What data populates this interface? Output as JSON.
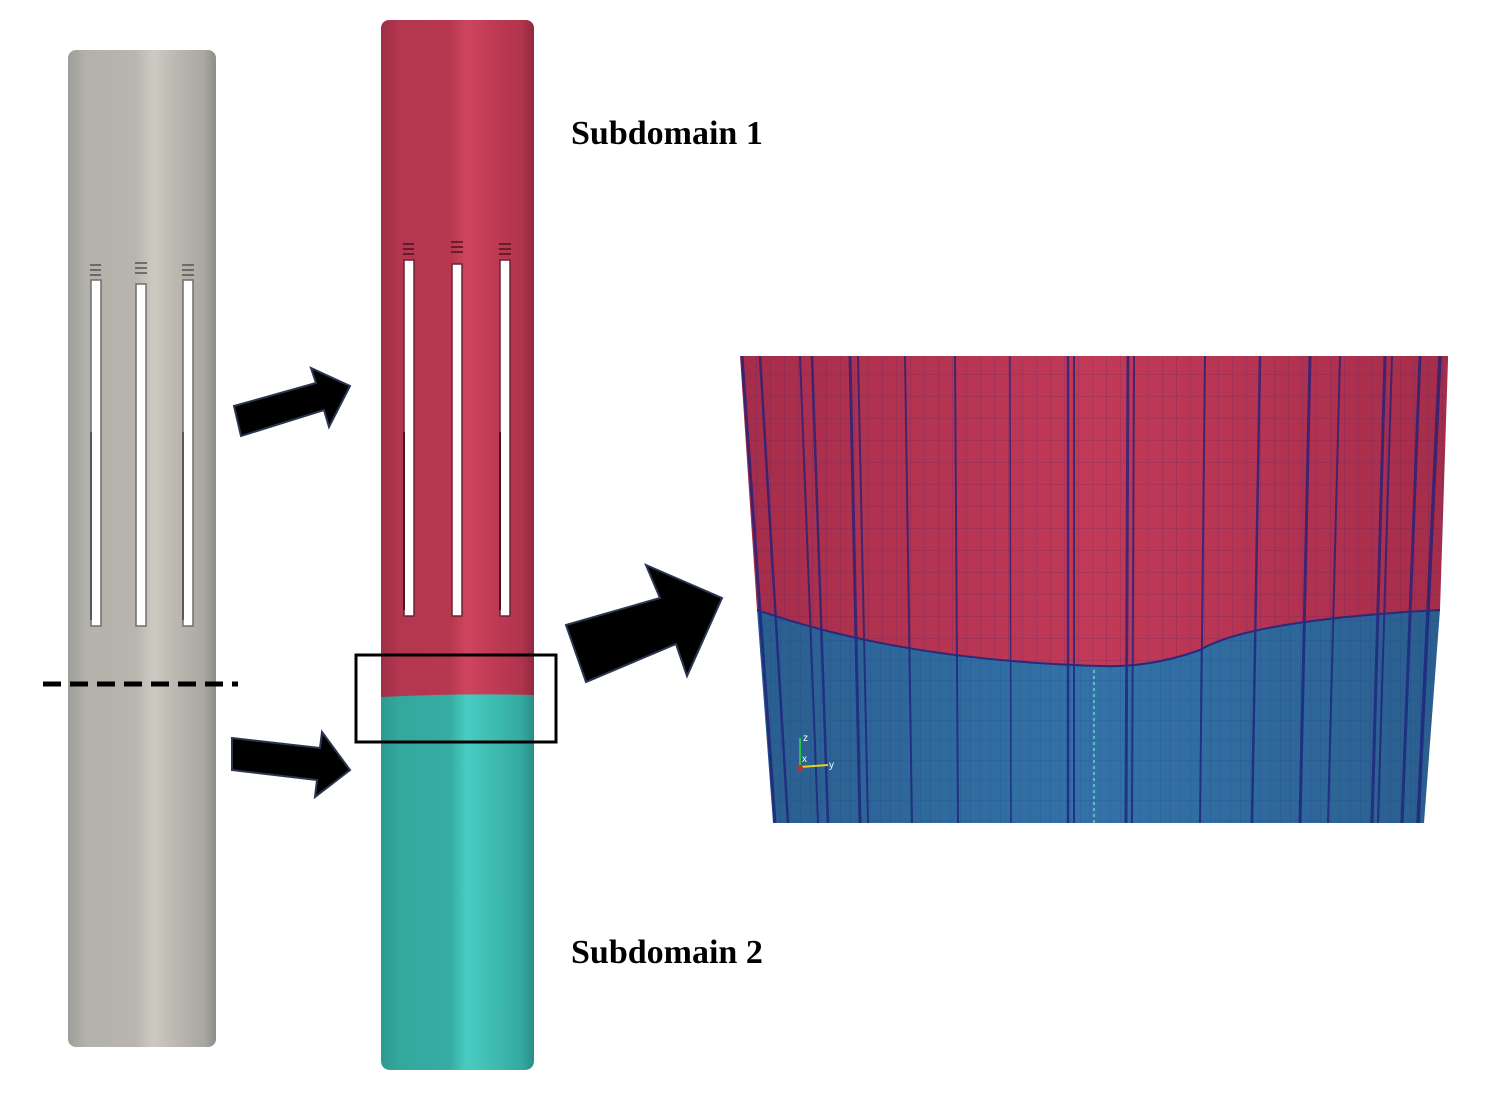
{
  "labels": {
    "subdomain_1": "Subdomain 1",
    "subdomain_2": "Subdomain 2"
  },
  "axes_triad": {
    "z": "z",
    "x": "x",
    "y": "y"
  },
  "colors": {
    "original_pipe": "#b9b6ae",
    "subdomain_1": "#c43c58",
    "subdomain_2": "#3dbfb5",
    "zoom_subdomain_1": "#b8324f",
    "zoom_subdomain_2": "#2f6ea3",
    "mesh_lines": "#1e1f7a",
    "arrow": "#000000",
    "cut_line": "#000000"
  },
  "icons": {
    "arrow": "arrow-right-icon",
    "axes": "axes-triad-icon"
  }
}
